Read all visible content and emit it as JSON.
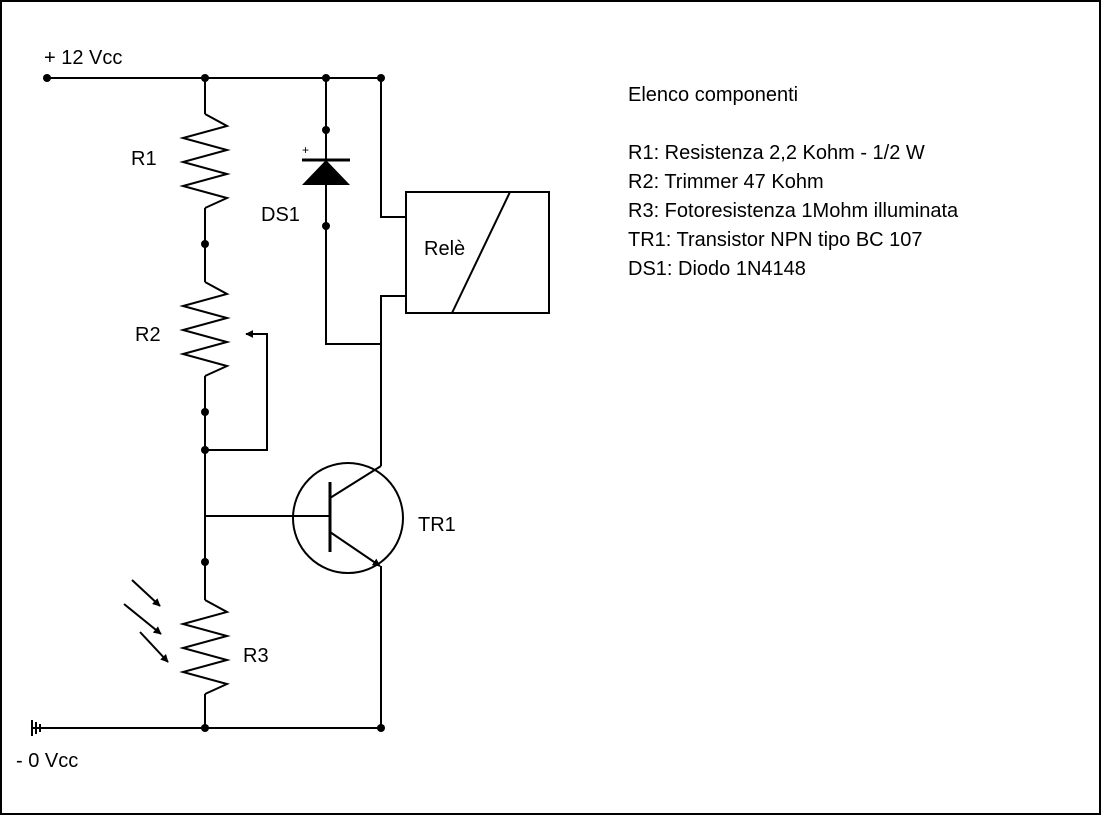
{
  "supply": {
    "positive_label": "+ 12 Vcc",
    "negative_label": "- 0 Vcc"
  },
  "components": {
    "r1": "R1",
    "r2": "R2",
    "r3": "R3",
    "ds1": "DS1",
    "ds1_polarity": "+",
    "tr1": "TR1",
    "relay": "Relè"
  },
  "parts_list": {
    "title": "Elenco componenti",
    "items": [
      "R1: Resistenza 2,2 Kohm - 1/2 W",
      "R2: Trimmer 47 Kohm",
      "R3: Fotoresistenza 1Mohm illuminata",
      "TR1: Transistor NPN tipo BC 107",
      "DS1: Diodo 1N4148"
    ]
  },
  "colors": {
    "line": "#000000",
    "background": "#ffffff"
  },
  "icons": {
    "ground": "ground-icon",
    "light": "light-arrows-icon"
  }
}
